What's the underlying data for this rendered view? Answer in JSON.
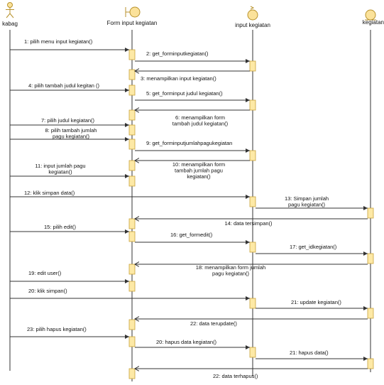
{
  "participants": [
    {
      "id": "kabag",
      "name": "kabag",
      "stereotype": "actor"
    },
    {
      "id": "form",
      "name": "Form input kegiatan",
      "stereotype": "boundary"
    },
    {
      "id": "ctrl",
      "name": "input kegiatan",
      "stereotype": "control"
    },
    {
      "id": "ent",
      "name": "kegiatan",
      "stereotype": "entity"
    }
  ],
  "messages": [
    {
      "from": "kabag",
      "to": "form",
      "lines": [
        "1: pilih menu input kegiatan()"
      ],
      "kind": "call"
    },
    {
      "from": "form",
      "to": "ctrl",
      "lines": [
        "2: get_forminputkegiatan()"
      ],
      "kind": "call"
    },
    {
      "from": "ctrl",
      "to": "form",
      "lines": [
        "3: menampilkan input kegiatan()"
      ],
      "kind": "return"
    },
    {
      "from": "kabag",
      "to": "form",
      "lines": [
        "4: pilih tambah judul kegitan ()"
      ],
      "kind": "call"
    },
    {
      "from": "form",
      "to": "ctrl",
      "lines": [
        "5: get_forminput judul kegiatan()"
      ],
      "kind": "call"
    },
    {
      "from": "ctrl",
      "to": "form",
      "lines": [
        "6: menampilkan form",
        "tambah judul kegiatan()"
      ],
      "kind": "return"
    },
    {
      "from": "kabag",
      "to": "form",
      "lines": [
        "7: pilih judul kegiatan()"
      ],
      "kind": "call"
    },
    {
      "from": "kabag",
      "to": "form",
      "lines": [
        "8: pilih tambah jumlah",
        "pagu kegiatan()"
      ],
      "kind": "call"
    },
    {
      "from": "form",
      "to": "ctrl",
      "lines": [
        "9: get_forminputjumlahpagukegiatan"
      ],
      "kind": "call"
    },
    {
      "from": "ctrl",
      "to": "form",
      "lines": [
        "10: menampilkan form",
        "tambah jumlah pagu",
        "kegiatan()"
      ],
      "kind": "return"
    },
    {
      "from": "kabag",
      "to": "form",
      "lines": [
        "11: input jumlah pagu",
        "kegiatan()"
      ],
      "kind": "call"
    },
    {
      "from": "kabag",
      "to": "ctrl",
      "lines": [
        "12: klik simpan data()"
      ],
      "kind": "call"
    },
    {
      "from": "ctrl",
      "to": "ent",
      "lines": [
        "13: Simpan jumlah",
        "pagu kegiatan()"
      ],
      "kind": "call"
    },
    {
      "from": "ent",
      "to": "form",
      "lines": [
        "14: data tersimpan()"
      ],
      "kind": "return"
    },
    {
      "from": "kabag",
      "to": "form",
      "lines": [
        "15: pilih edit()"
      ],
      "kind": "call"
    },
    {
      "from": "form",
      "to": "ctrl",
      "lines": [
        "16: get_formedit()"
      ],
      "kind": "call"
    },
    {
      "from": "ctrl",
      "to": "ent",
      "lines": [
        "17: get_idkegiatan()"
      ],
      "kind": "call"
    },
    {
      "from": "ent",
      "to": "form",
      "lines": [
        "18: menampilkan form jumlah",
        "pagu kegiatan()"
      ],
      "kind": "return"
    },
    {
      "from": "kabag",
      "to": "form",
      "lines": [
        "19: edit user()"
      ],
      "kind": "call"
    },
    {
      "from": "kabag",
      "to": "ctrl",
      "lines": [
        "20: klik simpan()"
      ],
      "kind": "call"
    },
    {
      "from": "ctrl",
      "to": "ent",
      "lines": [
        "21: update kegiatan()"
      ],
      "kind": "call"
    },
    {
      "from": "ent",
      "to": "form",
      "lines": [
        "22: data terupdate()"
      ],
      "kind": "return"
    },
    {
      "from": "kabag",
      "to": "form",
      "lines": [
        "23: pilih hapus kegiatan()"
      ],
      "kind": "call"
    },
    {
      "from": "form",
      "to": "ctrl",
      "lines": [
        "20: hapus data kegiatan()"
      ],
      "kind": "call"
    },
    {
      "from": "ctrl",
      "to": "ent",
      "lines": [
        "21: hapus data()"
      ],
      "kind": "call"
    },
    {
      "from": "ent",
      "to": "form",
      "lines": [
        "22: data terhapus()"
      ],
      "kind": "return"
    }
  ],
  "colors": {
    "line": "#333333",
    "activation_fill": "#fde9a6",
    "activation_stroke": "#c9a23a",
    "icon_fill": "#fbe29a",
    "icon_stroke": "#b8922c"
  }
}
